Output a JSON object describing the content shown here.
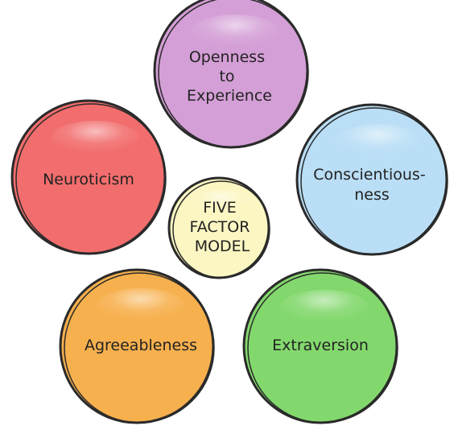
{
  "center": {
    "lines": [
      "FIVE",
      "FACTOR",
      "MODEL"
    ],
    "color": "#fbf6c2"
  },
  "traits": [
    {
      "id": "openness",
      "lines": [
        "Openness",
        "to",
        "Experience"
      ],
      "color": "#d49fd6"
    },
    {
      "id": "conscientiousness",
      "lines": [
        "Conscientious-",
        "ness"
      ],
      "color": "#b9def5"
    },
    {
      "id": "extraversion",
      "lines": [
        "Extraversion"
      ],
      "color": "#83d86d"
    },
    {
      "id": "agreeableness",
      "lines": [
        "Agreeableness"
      ],
      "color": "#f7b04e"
    },
    {
      "id": "neuroticism",
      "lines": [
        "Neuroticism"
      ],
      "color": "#f26d6d"
    }
  ],
  "colors": {
    "outline": "#2a2a2a",
    "text": "#222222",
    "background": "#ffffff"
  }
}
